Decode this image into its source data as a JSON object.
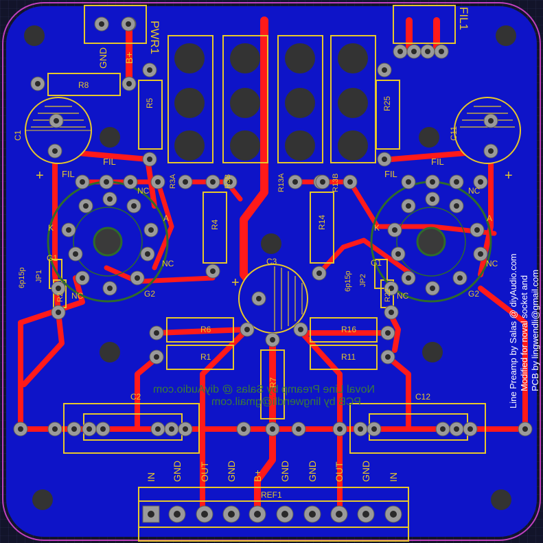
{
  "board": {
    "credit_lines": [
      "Line Preamp by Salas @ diyAudio.com",
      "Modified for noval socket and",
      "PCB by lingwendli@gmail.com"
    ],
    "mirror_lines": [
      "Noval Line Preamp by Salas @ diyAudio.com",
      "PCB by lingwendli@gmail.com"
    ]
  },
  "labels": {
    "pwr": "PWR1",
    "fil": "FIL1",
    "gnd": "GND",
    "bplus": "B+",
    "r8": "R8",
    "r5": "R5",
    "r25": "R25",
    "c1": "C1",
    "c11": "C11",
    "fil_l": "FIL",
    "fil_r": "FIL",
    "fil_l2": "FIL",
    "fil_r2": "FIL",
    "r3a": "R3A",
    "r3b": "R3B",
    "r13a": "R13A",
    "r13b": "R13B",
    "r4": "R4",
    "r14": "R14",
    "c3": "C3",
    "nc1": "NC",
    "nc2": "NC",
    "nc3": "NC",
    "nc4": "NC",
    "nc5": "NC",
    "nc6": "NC",
    "a_l": "A",
    "a_r": "A",
    "g1_l": "G1",
    "g1_r": "G1",
    "g2_l": "G2",
    "g2_r": "G2",
    "k_l": "K",
    "k_r": "K",
    "jp1": "JP1",
    "jp2": "JP2",
    "p6_l": "6p15p",
    "p6_r": "6p15p",
    "r2": "R2",
    "r22": "R22",
    "r6": "R6",
    "r1": "R1",
    "r16": "R16",
    "r11": "R11",
    "r7": "R7",
    "c2": "C2",
    "c12": "C12",
    "ref": "REF1",
    "plus1": "+",
    "plus2": "+",
    "plus3": "+",
    "conn": [
      "IN",
      "GND",
      "OUT",
      "GND",
      "B+",
      "GND",
      "GND",
      "OUT",
      "GND",
      "IN"
    ]
  }
}
